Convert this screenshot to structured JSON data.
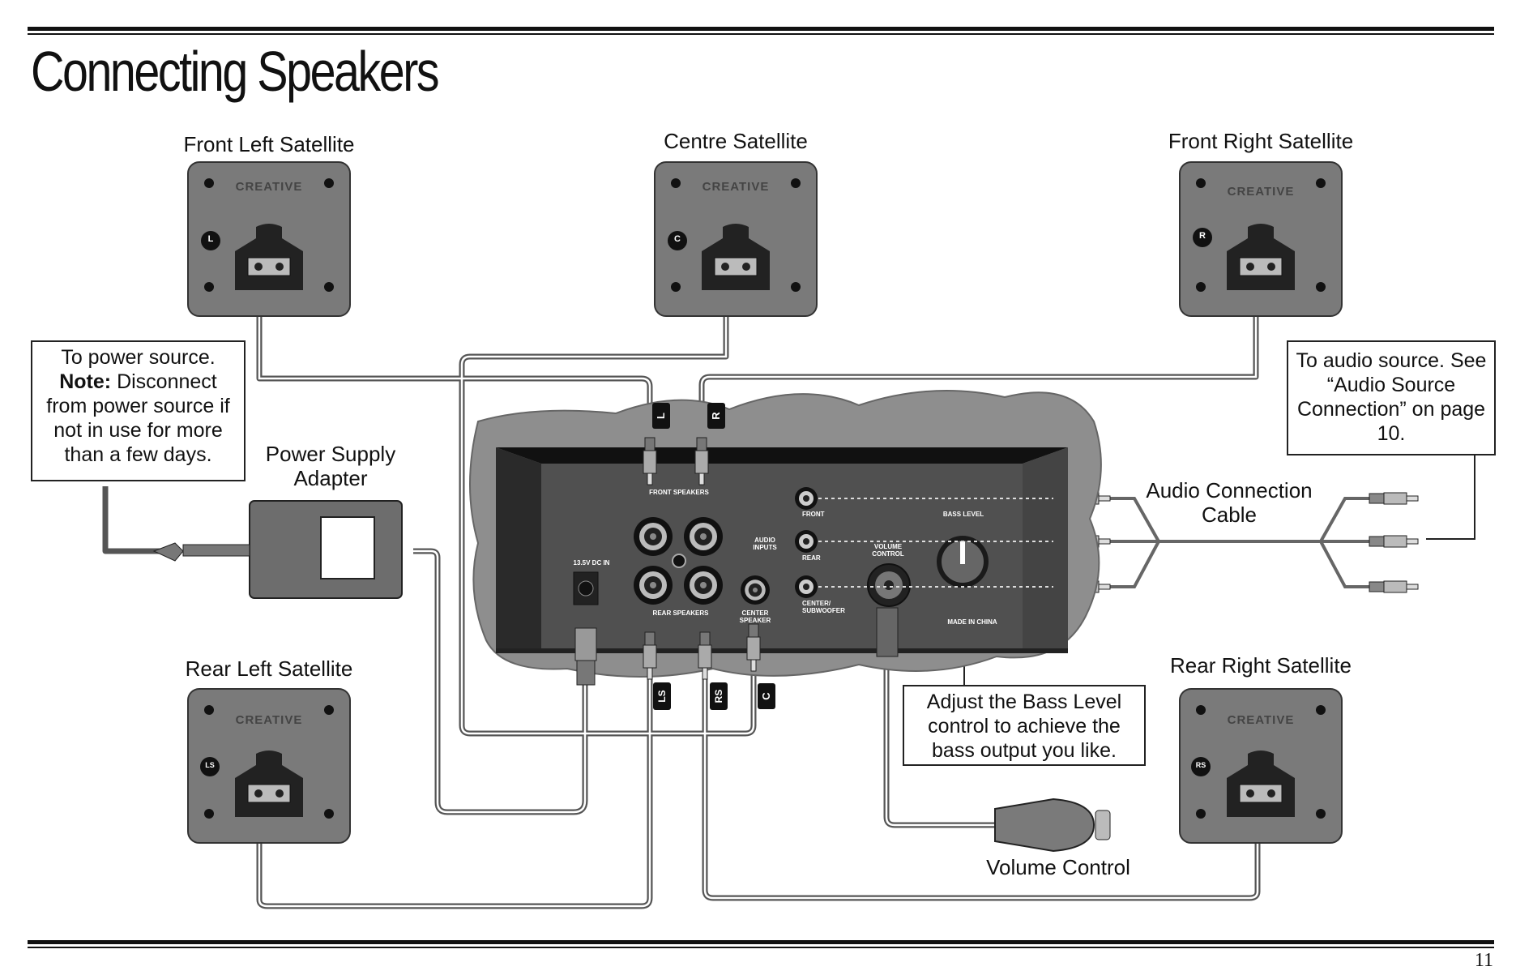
{
  "page": {
    "title": "Connecting Speakers",
    "page_number": "11"
  },
  "speakers": {
    "front_left": {
      "label": "Front Left Satellite",
      "badge": "L",
      "brand": "CREATIVE"
    },
    "centre": {
      "label": "Centre Satellite",
      "badge": "C",
      "brand": "CREATIVE"
    },
    "front_right": {
      "label": "Front Right Satellite",
      "badge": "R",
      "brand": "CREATIVE"
    },
    "rear_left": {
      "label": "Rear Left Satellite",
      "badge": "LS",
      "brand": "CREATIVE"
    },
    "rear_right": {
      "label": "Rear Right Satellite",
      "badge": "RS",
      "brand": "CREATIVE"
    }
  },
  "notes": {
    "power": {
      "line1": "To power source.",
      "bold": "Note:",
      "rest": " Disconnect from power source if not in use for more than a few days."
    },
    "audio": {
      "text": "To audio source. See “Audio Source Connection” on page 10."
    },
    "bass": {
      "text": "Adjust the Bass Level control to achieve the bass output you like."
    }
  },
  "labels": {
    "power_adapter": "Power Supply Adapter",
    "audio_cable": "Audio Connection Cable",
    "volume_control": "Volume Control"
  },
  "cable_tags": {
    "l": "L",
    "r": "R",
    "ls": "LS",
    "rs": "RS",
    "c": "C"
  },
  "panel": {
    "front_speakers": "FRONT SPEAKERS",
    "rear_speakers": "REAR SPEAKERS",
    "center_speaker": "CENTER SPEAKER",
    "dc_in": "13.5V DC IN",
    "audio_inputs": "AUDIO INPUTS",
    "input_front": "FRONT",
    "input_rear": "REAR",
    "input_center": "CENTER/ SUBWOOFER",
    "volume_control": "VOLUME CONTROL",
    "bass_level": "BASS LEVEL",
    "made_in": "MADE IN CHINA"
  }
}
